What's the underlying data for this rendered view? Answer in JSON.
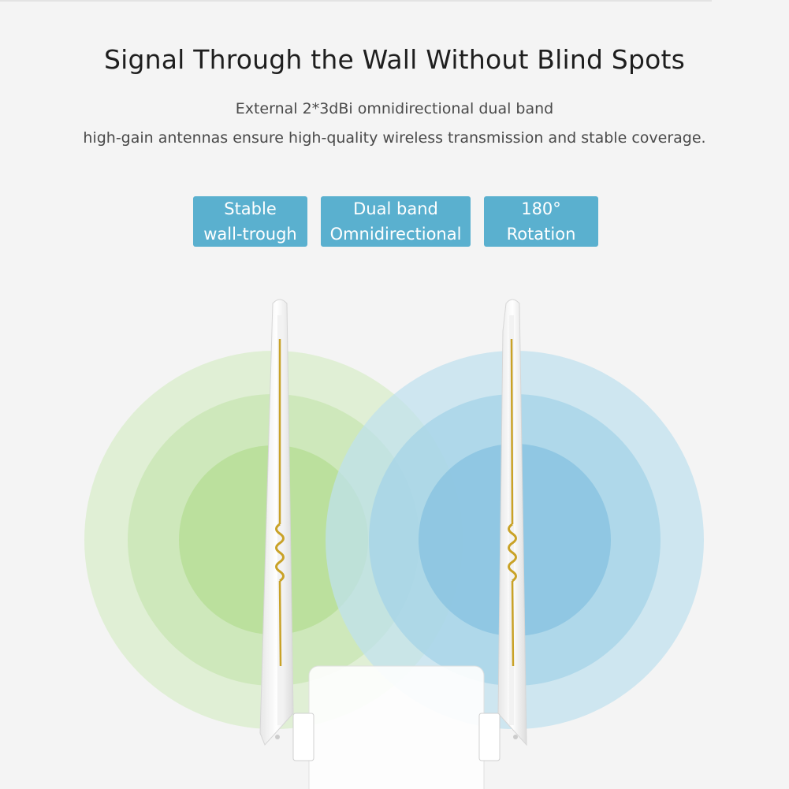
{
  "headline": "Signal Through the Wall Without Blind Spots",
  "description": {
    "line1": "External 2*3dBi omnidirectional dual band",
    "line2": "high-gain antennas ensure high-quality wireless transmission and stable coverage."
  },
  "features": [
    {
      "line1": "Stable",
      "line2": "wall-trough"
    },
    {
      "line1": "Dual band",
      "line2": "Omnidirectional"
    },
    {
      "line1": "180°",
      "line2": "Rotation"
    }
  ],
  "colors": {
    "badge": "#5ab0cf",
    "signal_left": "#a8d98a",
    "signal_right": "#7cc0e0",
    "coil": "#c9a227"
  }
}
